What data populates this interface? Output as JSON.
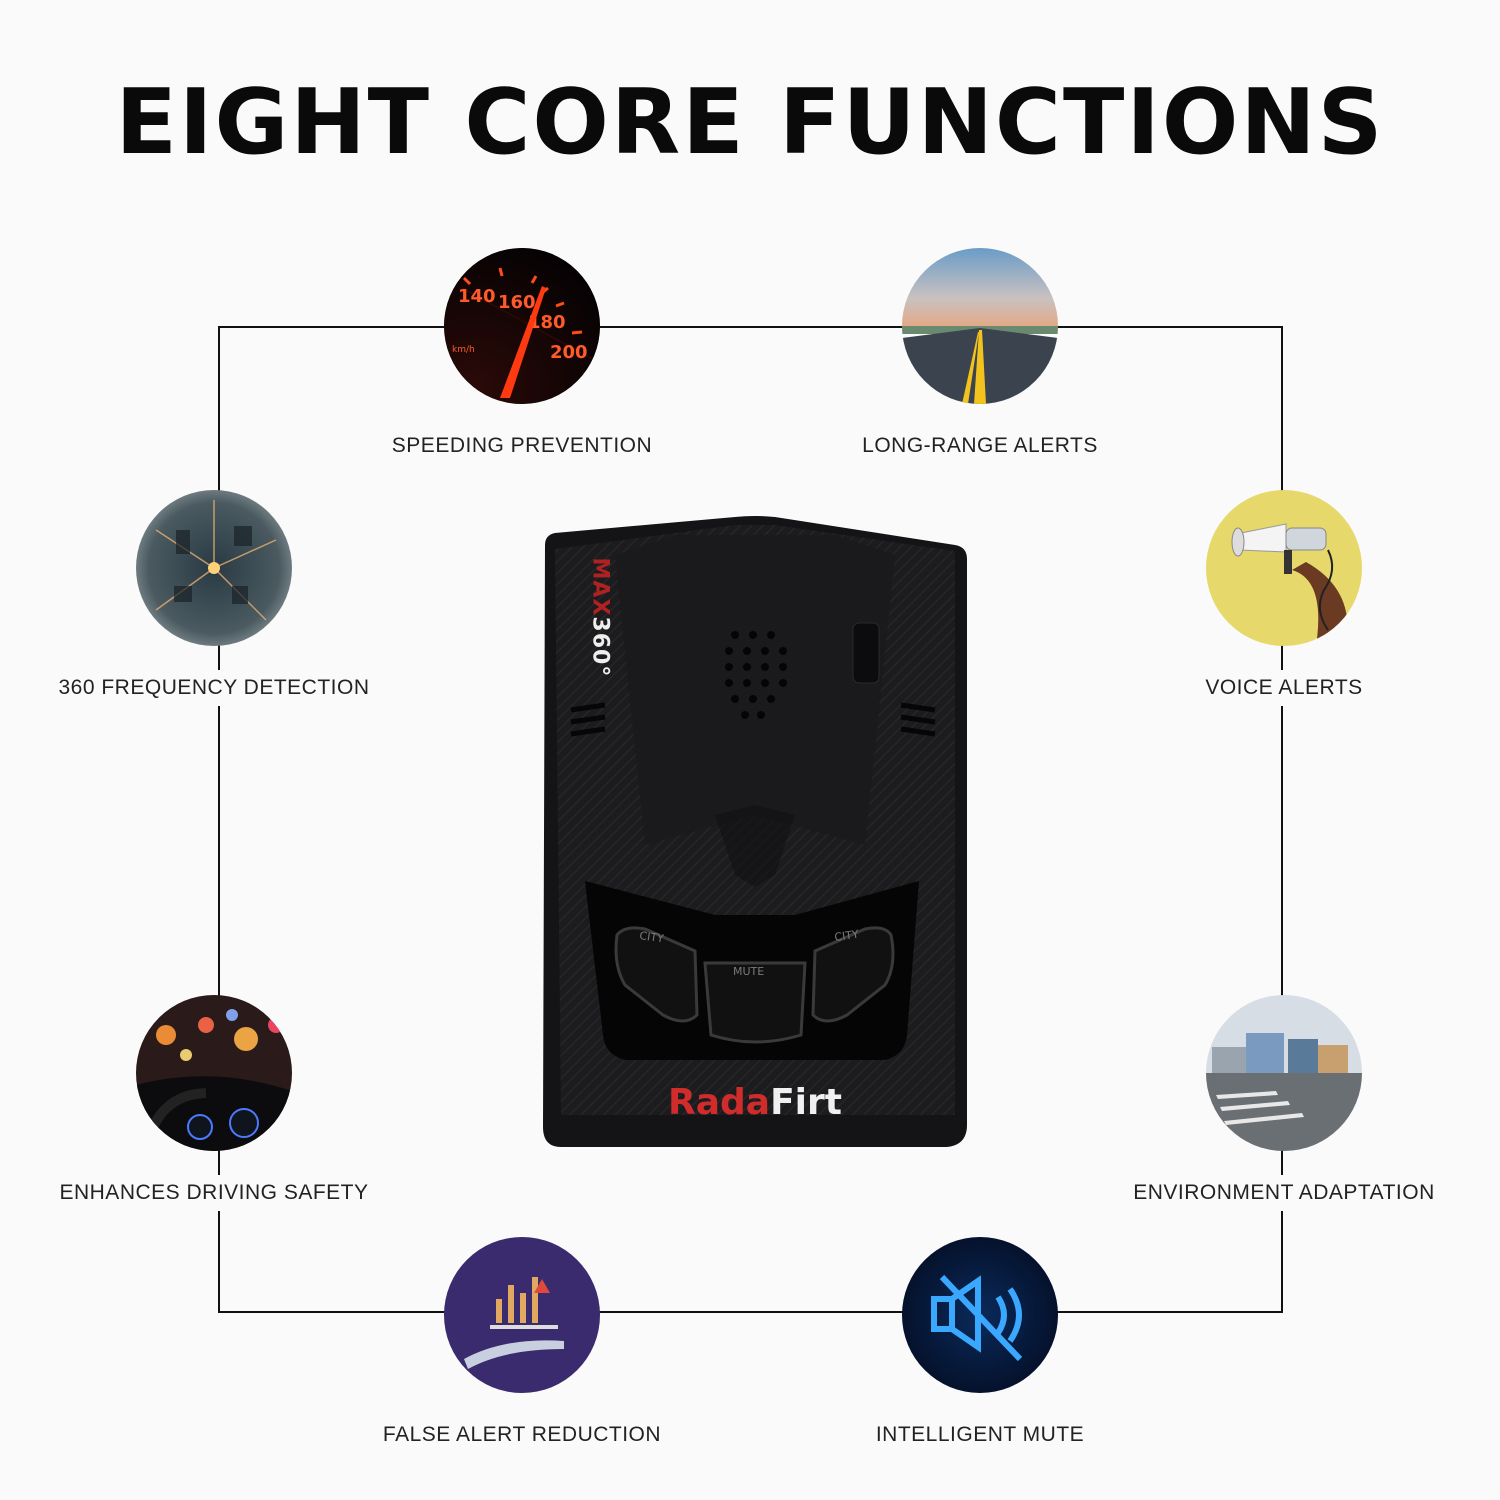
{
  "title": "EIGHT CORE FUNCTIONS",
  "features": [
    {
      "label": "SPEEDING PREVENTION",
      "icon": "speedometer-icon"
    },
    {
      "label": "LONG-RANGE ALERTS",
      "icon": "road-icon"
    },
    {
      "label": "360 FREQUENCY DETECTION",
      "icon": "city-globe-icon"
    },
    {
      "label": "VOICE ALERTS",
      "icon": "megaphone-icon"
    },
    {
      "label": "ENHANCES DRIVING SAFETY",
      "icon": "car-dashboard-icon"
    },
    {
      "label": "ENVIRONMENT ADAPTATION",
      "icon": "street-icon"
    },
    {
      "label": "FALSE ALERT REDUCTION",
      "icon": "chart-hand-icon"
    },
    {
      "label": "INTELLIGENT MUTE",
      "icon": "mute-icon"
    }
  ],
  "speedometer": {
    "t1": "140",
    "t2": "160",
    "t3": "180",
    "t4": "200",
    "unit": "km/h"
  },
  "device": {
    "brand_red": "Rada",
    "brand_white": "Firt",
    "model_red": "MAX",
    "model_white": "360°",
    "btn_left": "CITY",
    "btn_mid": "MUTE",
    "btn_right": "CITY"
  },
  "colors": {
    "brand_red": "#d12c2c",
    "frame": "#111111",
    "voice_bg": "#e6d86a",
    "false_alert_bg": "#3a2a6e"
  }
}
